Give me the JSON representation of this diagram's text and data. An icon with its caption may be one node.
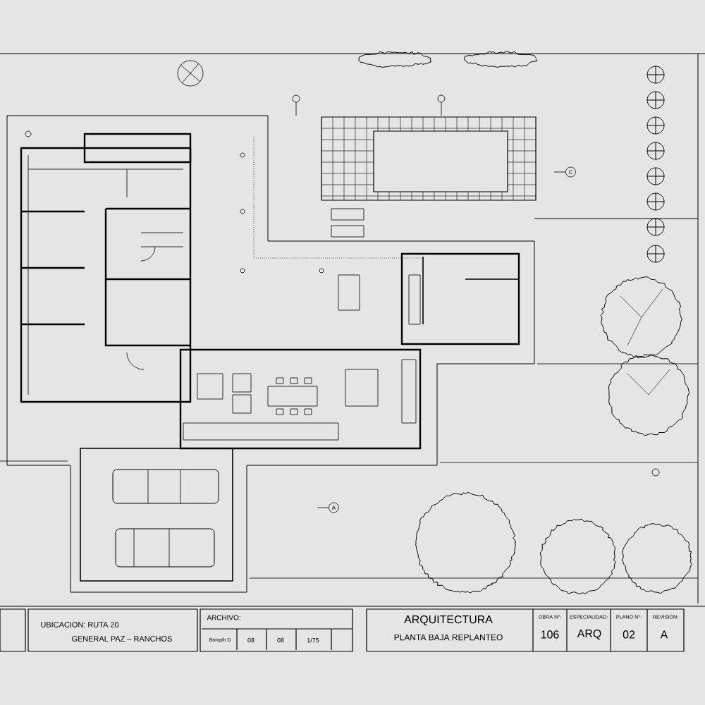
{
  "diagram": {
    "labels": [
      "UBICACION: RUTA 20",
      "GENERAL PAZ – RANCHOS",
      "ARCHIVO:",
      "Bompfit D",
      "08",
      "08",
      "1/75",
      "ARQUITECTURA",
      "PLANTA BAJA REPLANTEO",
      "OBRA N°:",
      "ESPECIALIDAD:",
      "PLANO N°:",
      "REVISION:",
      "106",
      "ARQ",
      "02",
      "A",
      "C",
      "A"
    ]
  }
}
